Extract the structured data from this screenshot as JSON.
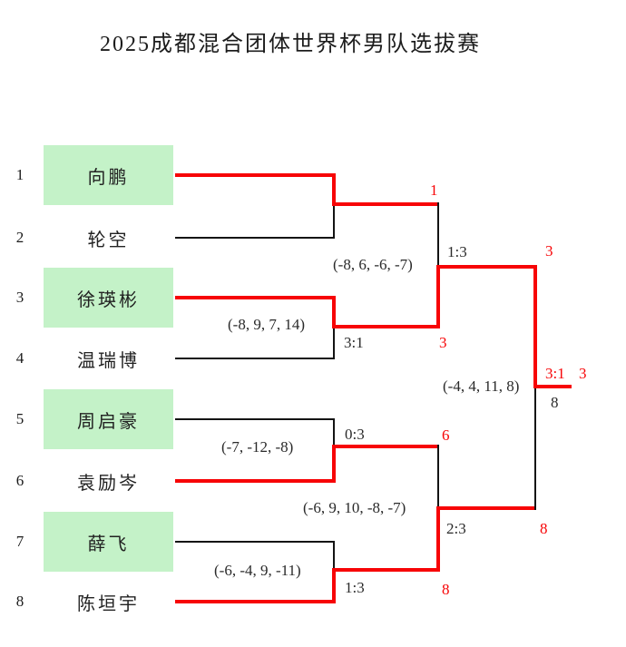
{
  "title": "2025成都混合团体世界杯男队选拔赛",
  "colors": {
    "red": "#f70406",
    "line": "#141414",
    "text": "#2a2a2a",
    "box_green": "#c4f2c8"
  },
  "players": [
    {
      "seed": "1",
      "name": "向鹏",
      "boxed": true
    },
    {
      "seed": "2",
      "name": "轮空",
      "boxed": false
    },
    {
      "seed": "3",
      "name": "徐瑛彬",
      "boxed": true
    },
    {
      "seed": "4",
      "name": "温瑞博",
      "boxed": false
    },
    {
      "seed": "5",
      "name": "周启豪",
      "boxed": true
    },
    {
      "seed": "6",
      "name": "袁励岑",
      "boxed": false
    },
    {
      "seed": "7",
      "name": "薛飞",
      "boxed": true
    },
    {
      "seed": "8",
      "name": "陈垣宇",
      "boxed": false
    }
  ],
  "bracket": {
    "round1": [
      {
        "winner_seed": "1"
      },
      {
        "games": "(-8, 9, 7, 14)",
        "result": "3:1",
        "winner_seed": "3"
      },
      {
        "games": "(-7, -12, -8)",
        "result": "0:3",
        "winner_seed": "6"
      },
      {
        "games": "(-6, -4, 9, -11)",
        "result": "1:3",
        "winner_seed": "8"
      }
    ],
    "semifinals": [
      {
        "games": "(-8, 6, -6, -7)",
        "result": "1:3",
        "winner_seed": "3"
      },
      {
        "games": "(-6, 9, 10, -8, -7)",
        "result": "2:3",
        "winner_seed": "8"
      }
    ],
    "final": {
      "games": "(-4, 4, 11, 8)",
      "result": "3:1",
      "winner_seed": "3",
      "runner_up_seed": "8"
    }
  }
}
